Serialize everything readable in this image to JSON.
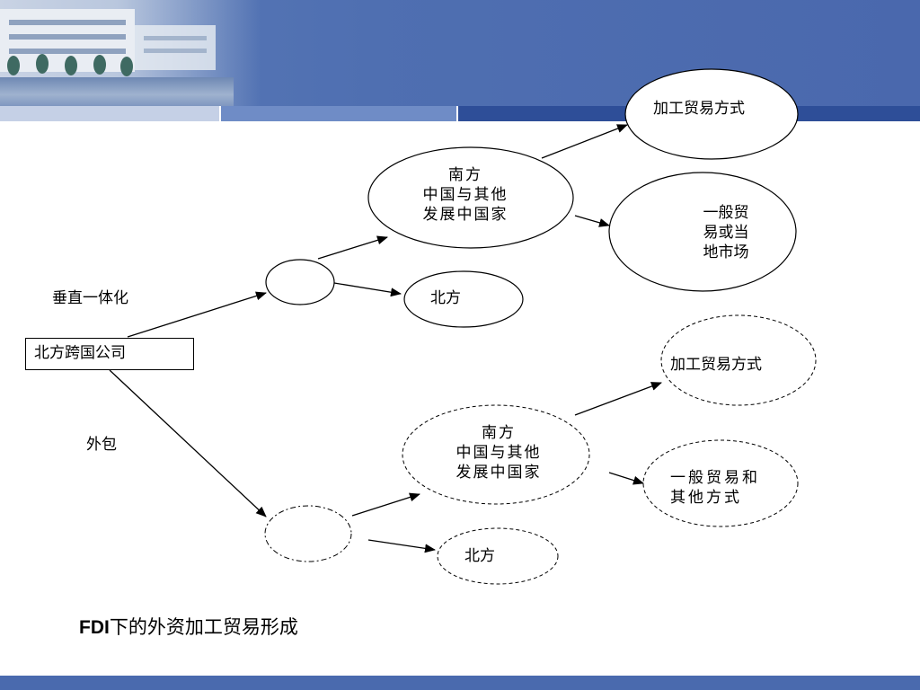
{
  "nodes": {
    "root": "北方跨国公司",
    "vertical_label": "垂直一体化",
    "outsourcing_label": "外包",
    "upper_south": "南方\n中国与其他\n发展中国家",
    "upper_north": "北方",
    "upper_processing": "加工贸易方式",
    "upper_general": "一般贸\n易或当\n地市场",
    "lower_south": "南方\n中国与其他\n发展中国家",
    "lower_north": "北方",
    "lower_processing": "加工贸易方式",
    "lower_general": "一般贸易和\n其他方式"
  },
  "caption": {
    "prefix": "FDI",
    "rest": "下的外资加工贸易形成"
  },
  "colors": {
    "banner": "#4f6fb1",
    "strip_light": "#c5d0e6",
    "strip_mid": "#6f8cc6",
    "strip_dark": "#2e4e98",
    "footer": "#4a6aae"
  }
}
